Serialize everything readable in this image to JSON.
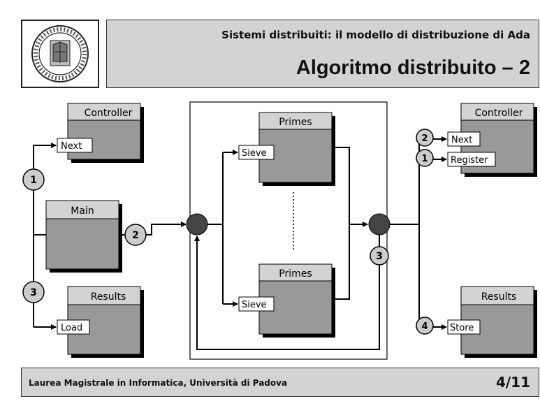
{
  "header": {
    "subtitle": "Sistemi distribuiti: il modello di distribuzione di Ada",
    "title": "Algoritmo distribuito – 2"
  },
  "footer": {
    "course": "Laurea Magistrale in Informatica, Università di Padova",
    "page": "4/11"
  },
  "diagram": {
    "left_controller": "Controller",
    "left_next": "Next",
    "main": "Main",
    "left_results": "Results",
    "left_load": "Load",
    "primes_top": "Primes",
    "sieve_top": "Sieve",
    "primes_bottom": "Primes",
    "sieve_bottom": "Sieve",
    "right_controller": "Controller",
    "right_next": "Next",
    "right_register": "Register",
    "right_results": "Results",
    "right_store": "Store",
    "step_1_left": "1",
    "step_2_main": "2",
    "step_3_left": "3",
    "step_3_right": "3",
    "step_2_right": "2",
    "step_1_right": "1",
    "step_4_right": "4"
  },
  "colors": {
    "panel_gray": "#d3d3d3",
    "box_dark": "#999999",
    "node": "#444444"
  }
}
